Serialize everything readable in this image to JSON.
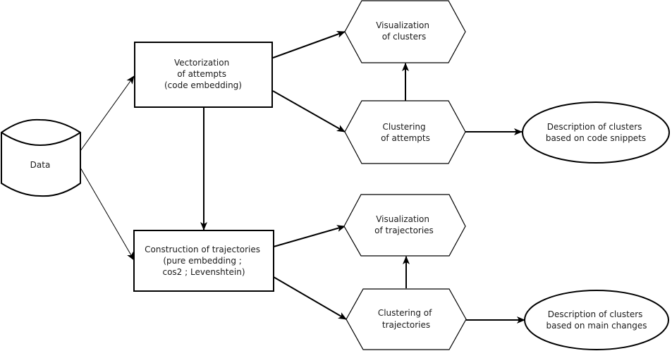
{
  "diagram": {
    "nodes": {
      "data": {
        "lines": [
          "Data"
        ],
        "shape": "cylinder"
      },
      "vectorization": {
        "lines": [
          "Vectorization",
          "of attempts",
          "(code embedding)"
        ],
        "shape": "rectangle"
      },
      "construction": {
        "lines": [
          "Construction of trajectories",
          "(pure embedding ;",
          "cos2 ; Levenshtein)"
        ],
        "shape": "rectangle"
      },
      "vis_clusters": {
        "lines": [
          "Visualization",
          "of clusters"
        ],
        "shape": "hexagon"
      },
      "clustering_attempts": {
        "lines": [
          "Clustering",
          "of attempts"
        ],
        "shape": "hexagon"
      },
      "desc_code": {
        "lines": [
          "Description of clusters",
          "based on code snippets"
        ],
        "shape": "ellipse"
      },
      "vis_trajectories": {
        "lines": [
          "Visualization",
          "of trajectories"
        ],
        "shape": "hexagon"
      },
      "clustering_trajectories": {
        "lines": [
          "Clustering of",
          "trajectories"
        ],
        "shape": "hexagon"
      },
      "desc_changes": {
        "lines": [
          "Description of clusters",
          "based on main changes"
        ],
        "shape": "ellipse"
      }
    },
    "edges": [
      {
        "from": "data",
        "to": "vectorization"
      },
      {
        "from": "data",
        "to": "construction"
      },
      {
        "from": "vectorization",
        "to": "construction"
      },
      {
        "from": "vectorization",
        "to": "vis_clusters"
      },
      {
        "from": "vectorization",
        "to": "clustering_attempts"
      },
      {
        "from": "clustering_attempts",
        "to": "vis_clusters"
      },
      {
        "from": "clustering_attempts",
        "to": "desc_code"
      },
      {
        "from": "construction",
        "to": "vis_trajectories"
      },
      {
        "from": "construction",
        "to": "clustering_trajectories"
      },
      {
        "from": "clustering_trajectories",
        "to": "vis_trajectories"
      },
      {
        "from": "clustering_trajectories",
        "to": "desc_changes"
      }
    ]
  }
}
